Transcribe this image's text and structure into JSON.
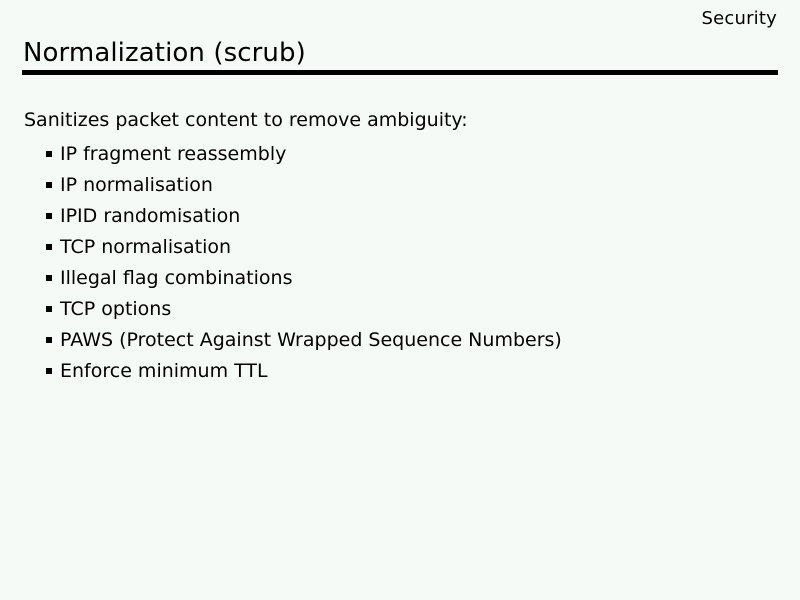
{
  "slide": {
    "running_head": "Security",
    "title": "Normalization (scrub)",
    "intro": "Sanitizes packet content to remove ambiguity:",
    "bullet_marker": "square-bullet-icon",
    "bullets": [
      {
        "label": "IP fragment reassembly"
      },
      {
        "label": "IP normalisation"
      },
      {
        "label": "IPID randomisation"
      },
      {
        "label": "TCP normalisation"
      },
      {
        "label": "Illegal flag combinations"
      },
      {
        "label": "TCP options"
      },
      {
        "label": "PAWS (Protect Against Wrapped Sequence Numbers)"
      },
      {
        "label": "Enforce minimum TTL"
      }
    ]
  },
  "theme": {
    "background": "#f6faf7",
    "text": "#000000",
    "rule": "#000000"
  }
}
